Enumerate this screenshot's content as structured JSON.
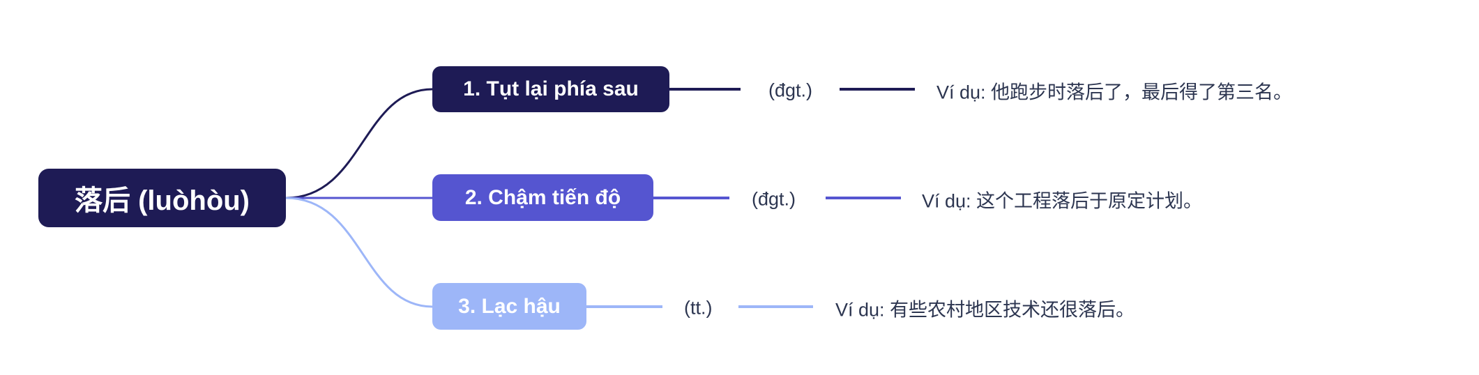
{
  "root": {
    "label": "落后 (luòhòu)"
  },
  "branches": [
    {
      "label": "1. Tụt lại phía sau",
      "pos": "(đgt.)",
      "example": "Ví dụ: 他跑步时落后了，最后得了第三名。",
      "color": "#1e1b55"
    },
    {
      "label": "2. Chậm tiến độ",
      "pos": "(đgt.)",
      "example": "Ví dụ: 这个工程落后于原定计划。",
      "color": "#5555d0"
    },
    {
      "label": "3. Lạc hậu",
      "pos": "(tt.)",
      "example": "Ví dụ: 有些农村地区技术还很落后。",
      "color": "#9db6f8"
    }
  ]
}
